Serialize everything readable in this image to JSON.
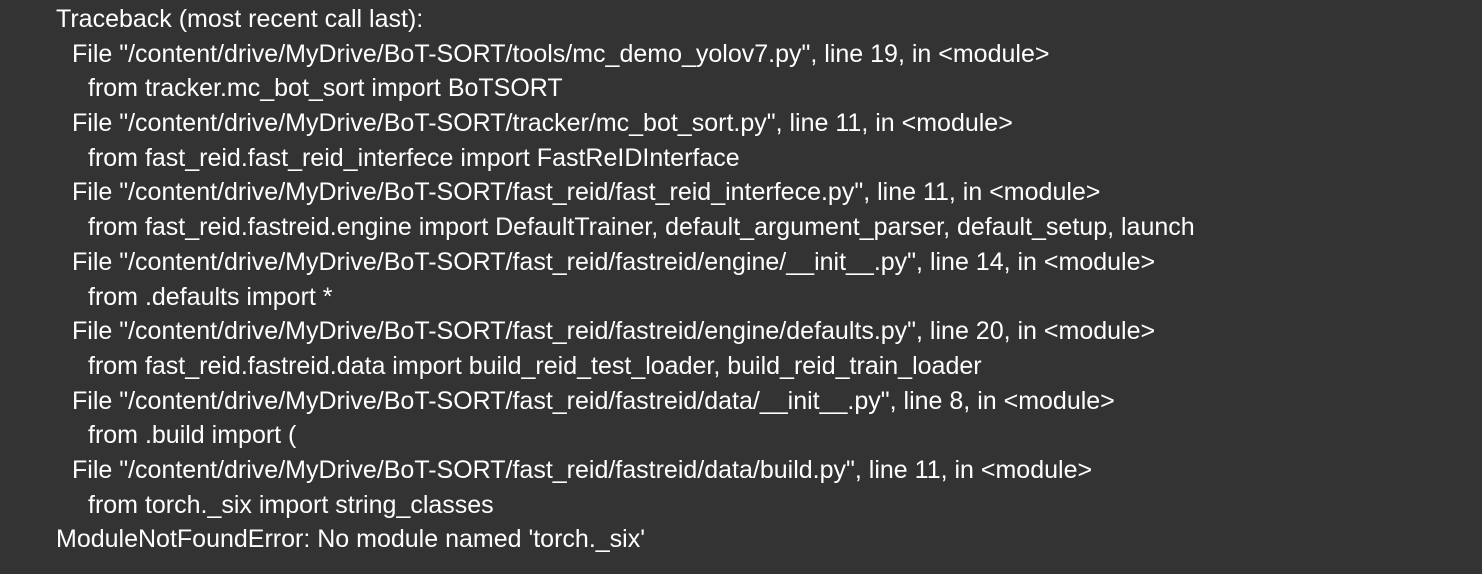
{
  "traceback": {
    "header": "Traceback (most recent call last):",
    "frames": [
      {
        "location": "File \"/content/drive/MyDrive/BoT-SORT/tools/mc_demo_yolov7.py\", line 19, in <module>",
        "code": "from tracker.mc_bot_sort import BoTSORT"
      },
      {
        "location": "File \"/content/drive/MyDrive/BoT-SORT/tracker/mc_bot_sort.py\", line 11, in <module>",
        "code": "from fast_reid.fast_reid_interfece import FastReIDInterface"
      },
      {
        "location": "File \"/content/drive/MyDrive/BoT-SORT/fast_reid/fast_reid_interfece.py\", line 11, in <module>",
        "code": "from fast_reid.fastreid.engine import DefaultTrainer, default_argument_parser, default_setup, launch"
      },
      {
        "location": "File \"/content/drive/MyDrive/BoT-SORT/fast_reid/fastreid/engine/__init__.py\", line 14, in <module>",
        "code": "from .defaults import *"
      },
      {
        "location": "File \"/content/drive/MyDrive/BoT-SORT/fast_reid/fastreid/engine/defaults.py\", line 20, in <module>",
        "code": "from fast_reid.fastreid.data import build_reid_test_loader, build_reid_train_loader"
      },
      {
        "location": "File \"/content/drive/MyDrive/BoT-SORT/fast_reid/fastreid/data/__init__.py\", line 8, in <module>",
        "code": "from .build import ("
      },
      {
        "location": "File \"/content/drive/MyDrive/BoT-SORT/fast_reid/fastreid/data/build.py\", line 11, in <module>",
        "code": "from torch._six import string_classes"
      }
    ],
    "error": "ModuleNotFoundError: No module named 'torch._six'"
  },
  "colors": {
    "background": "#333333",
    "text": "#ffffff"
  }
}
